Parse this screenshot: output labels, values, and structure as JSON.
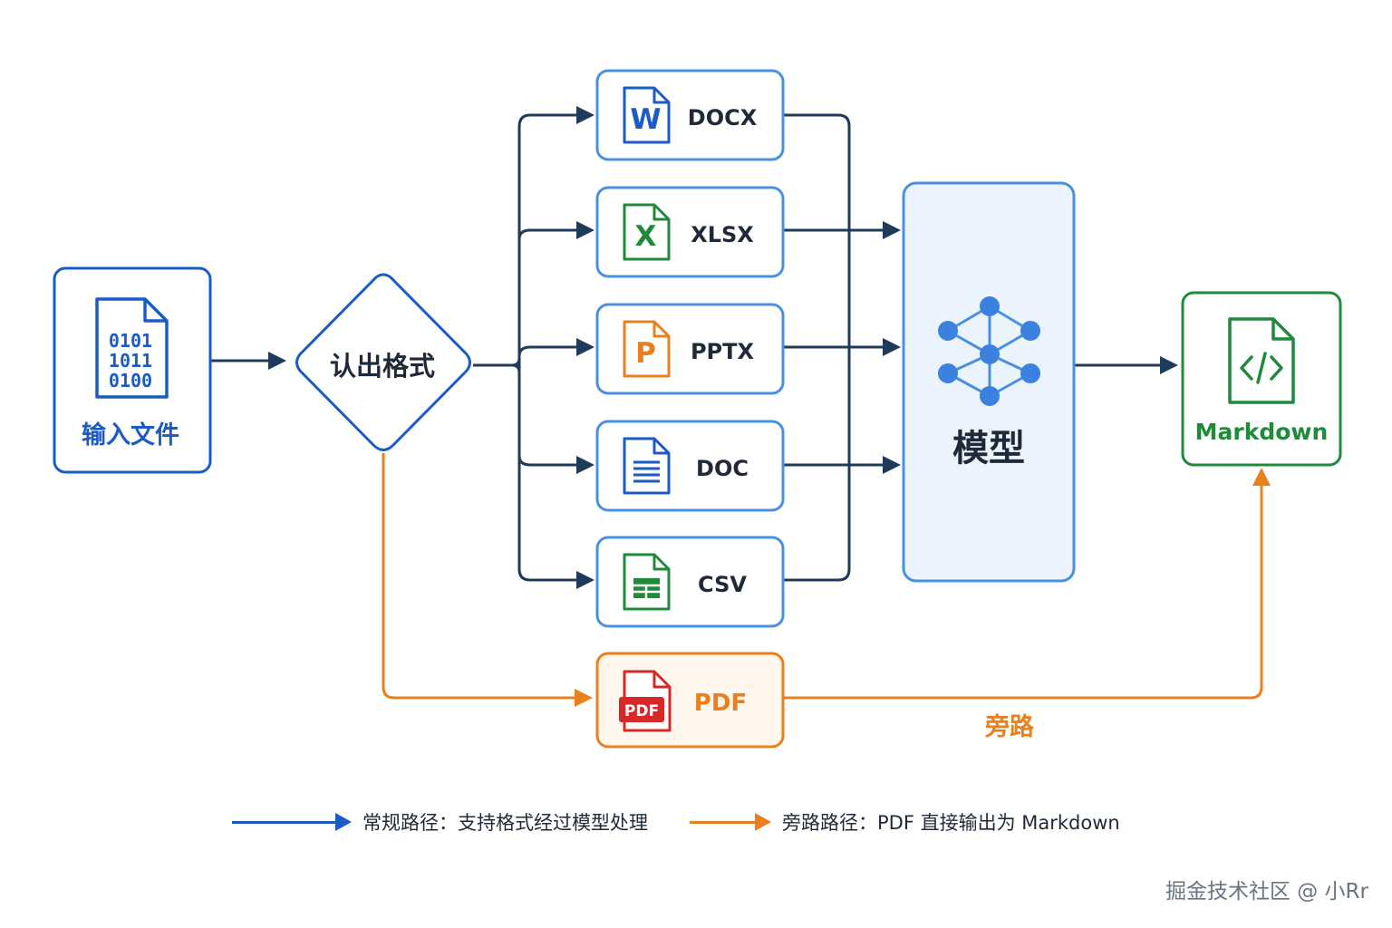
{
  "nodes": {
    "input": {
      "label": "输入文件",
      "binary": [
        "0101",
        "1011",
        "0100"
      ],
      "color": "#1a5bc4"
    },
    "decision": {
      "label": "认出格式"
    },
    "formats": [
      {
        "label": "DOCX",
        "icon": "word-document-icon",
        "glyph": "W",
        "color": "#1a5bc4"
      },
      {
        "label": "XLSX",
        "icon": "excel-spreadsheet-icon",
        "glyph": "X",
        "color": "#1e8a3a"
      },
      {
        "label": "PPTX",
        "icon": "powerpoint-presentation-icon",
        "glyph": "P",
        "color": "#e8801f"
      },
      {
        "label": "DOC",
        "icon": "text-document-icon",
        "glyph": "",
        "color": "#1a5bc4"
      },
      {
        "label": "CSV",
        "icon": "csv-table-icon",
        "glyph": "",
        "color": "#1e8a3a"
      }
    ],
    "pdf": {
      "label": "PDF",
      "badge": "PDF",
      "icon": "pdf-file-icon",
      "color": "#e8801f",
      "badge_color": "#d62828"
    },
    "model": {
      "label": "模型",
      "icon": "neural-network-icon"
    },
    "output": {
      "label": "Markdown",
      "icon": "code-file-icon",
      "color": "#1e8a3a"
    }
  },
  "edges": {
    "bypass_label": "旁路"
  },
  "legend": {
    "normal": "常规路径：支持格式经过模型处理",
    "bypass": "旁路路径：PDF 直接输出为 Markdown"
  },
  "watermark": "掘金技术社区 @ 小Rr",
  "colors": {
    "main_path": "#1f3a5a",
    "accent_blue": "#1a5bc4",
    "bypass": "#e8801f",
    "output_green": "#1e8a3a",
    "model_fill": "#ebf3fd",
    "model_stroke": "#4a90e2"
  }
}
